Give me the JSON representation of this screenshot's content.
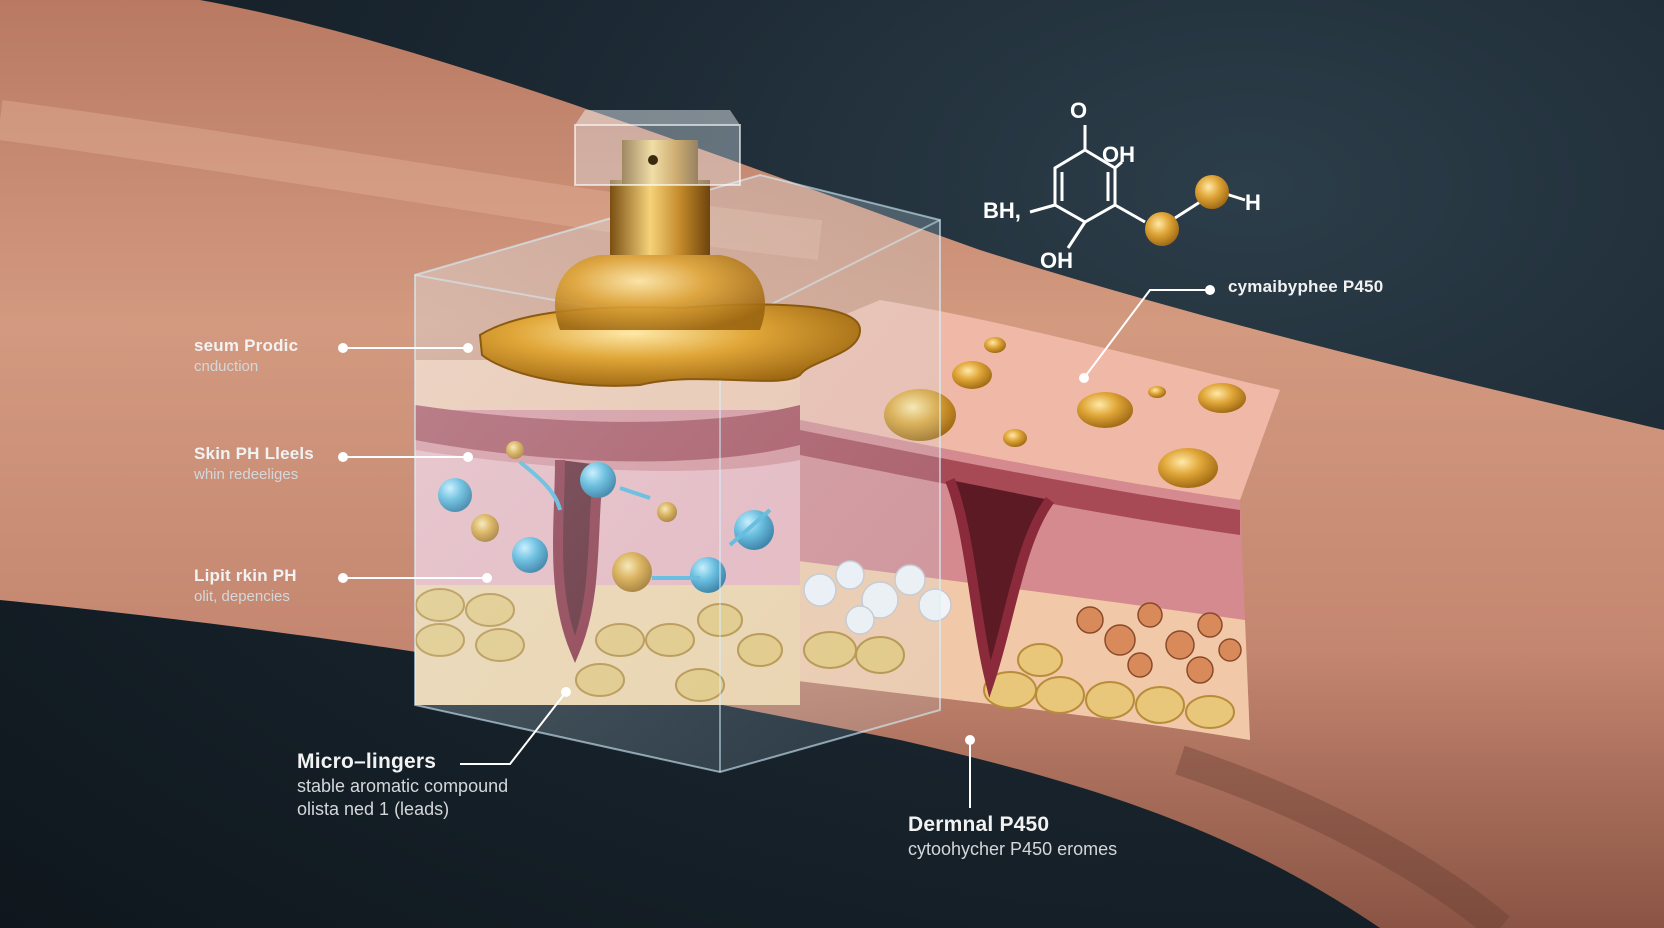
{
  "labels": {
    "sebum": {
      "title": "seum Prodic",
      "sub": "cnduction"
    },
    "skin_ph": {
      "title": "Skin PH Lleels",
      "sub": "whin redeeliges"
    },
    "lipid": {
      "title": "Lipit rkin PH",
      "sub": "olit, depencies"
    },
    "micro": {
      "title": "Micro–lingers",
      "sub": "stable aromatic compound",
      "sub2": "olista ned 1 (leads)"
    },
    "dermal": {
      "title": "Dermnal P450",
      "sub": "cytoohycher P450 eromes"
    },
    "cyma": {
      "title": "cymaibyphee P450"
    }
  },
  "molecule": {
    "o_top": "O",
    "oh_right": "OH",
    "bh_left": "BH,",
    "oh_bottom": "OH",
    "h_end": "H"
  },
  "colors": {
    "background": "#15212a",
    "skin": "#c98e74",
    "perfume_gold": "#d9a23a",
    "molecule_blue": "#4fb3d9",
    "fat_cells": "#e8c77a",
    "dermis_pink": "#c77b84"
  }
}
